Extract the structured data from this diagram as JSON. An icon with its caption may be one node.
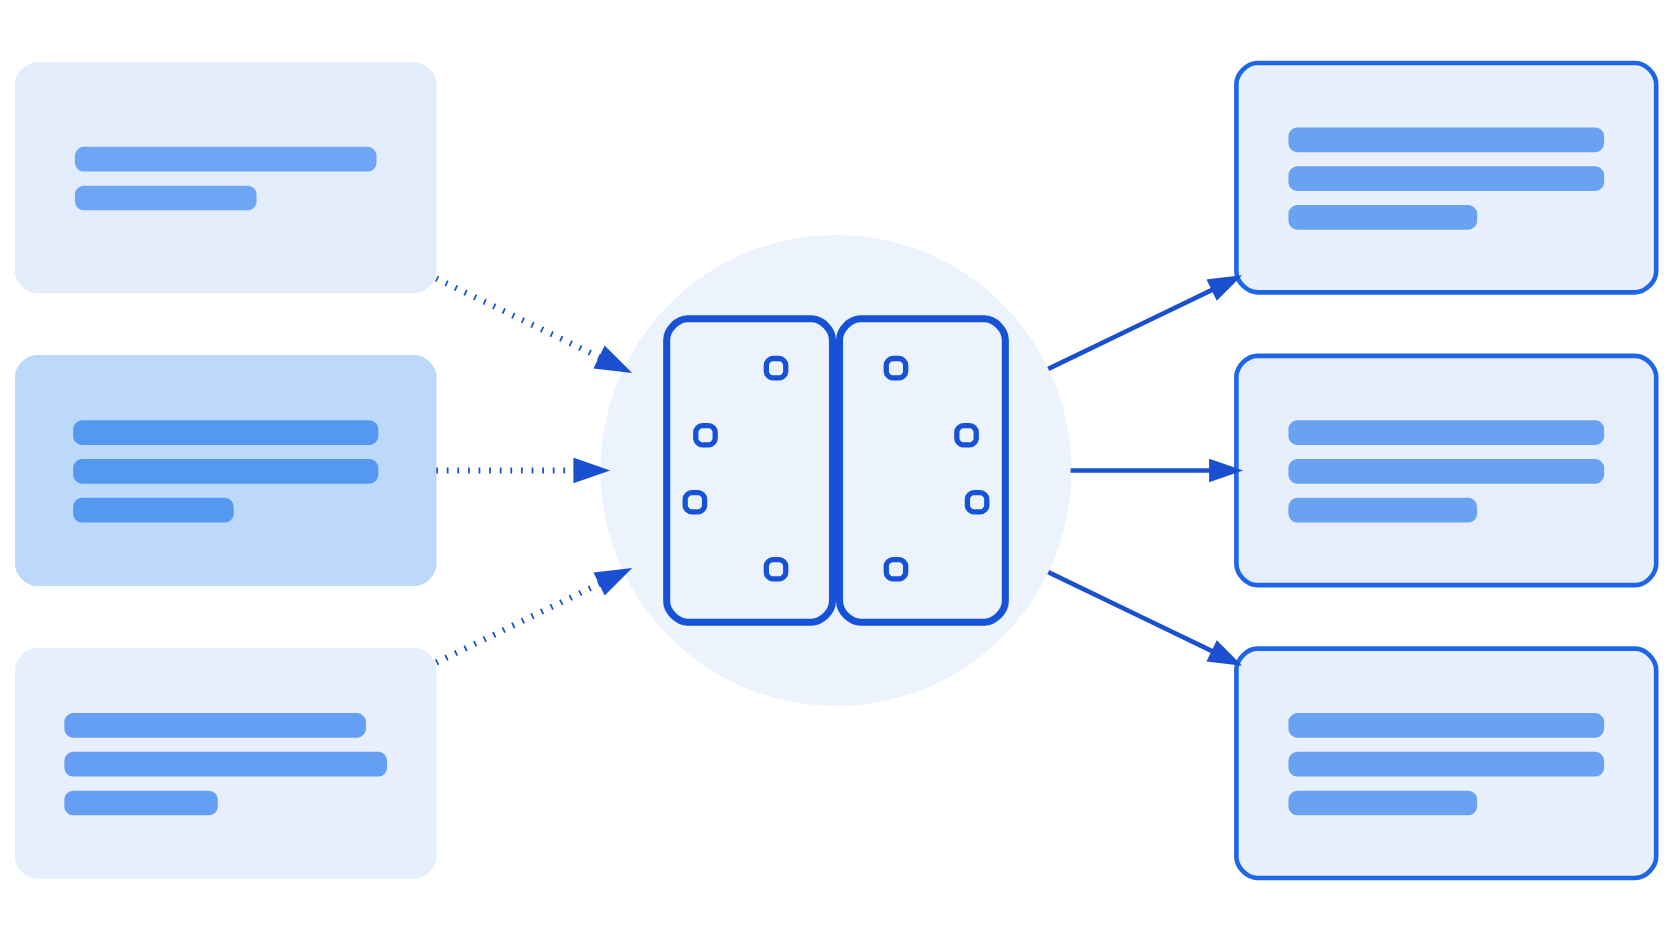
{
  "diagram": {
    "nodes": [
      {
        "text": [],
        "shape": "bubble"
      },
      {
        "text": [],
        "shape": "bubble"
      },
      {
        "text": [],
        "shape": "bubble"
      },
      {
        "text": [],
        "shape": "circle"
      },
      {
        "text": [],
        "shape": "bubble"
      },
      {
        "text": [],
        "shape": "bubble"
      },
      {
        "text": [],
        "shape": "bubble"
      }
    ],
    "edges": [
      {
        "from": 0,
        "to": 3,
        "arrow": "to",
        "style": "dashed"
      },
      {
        "from": 1,
        "to": 3,
        "arrow": "to",
        "style": "dashed"
      },
      {
        "from": 2,
        "to": 3,
        "arrow": "to",
        "style": "dashed"
      },
      {
        "from": 3,
        "to": 4,
        "arrow": "to"
      },
      {
        "from": 3,
        "to": 5,
        "arrow": "to"
      },
      {
        "from": 3,
        "to": 6,
        "arrow": "to"
      }
    ]
  }
}
